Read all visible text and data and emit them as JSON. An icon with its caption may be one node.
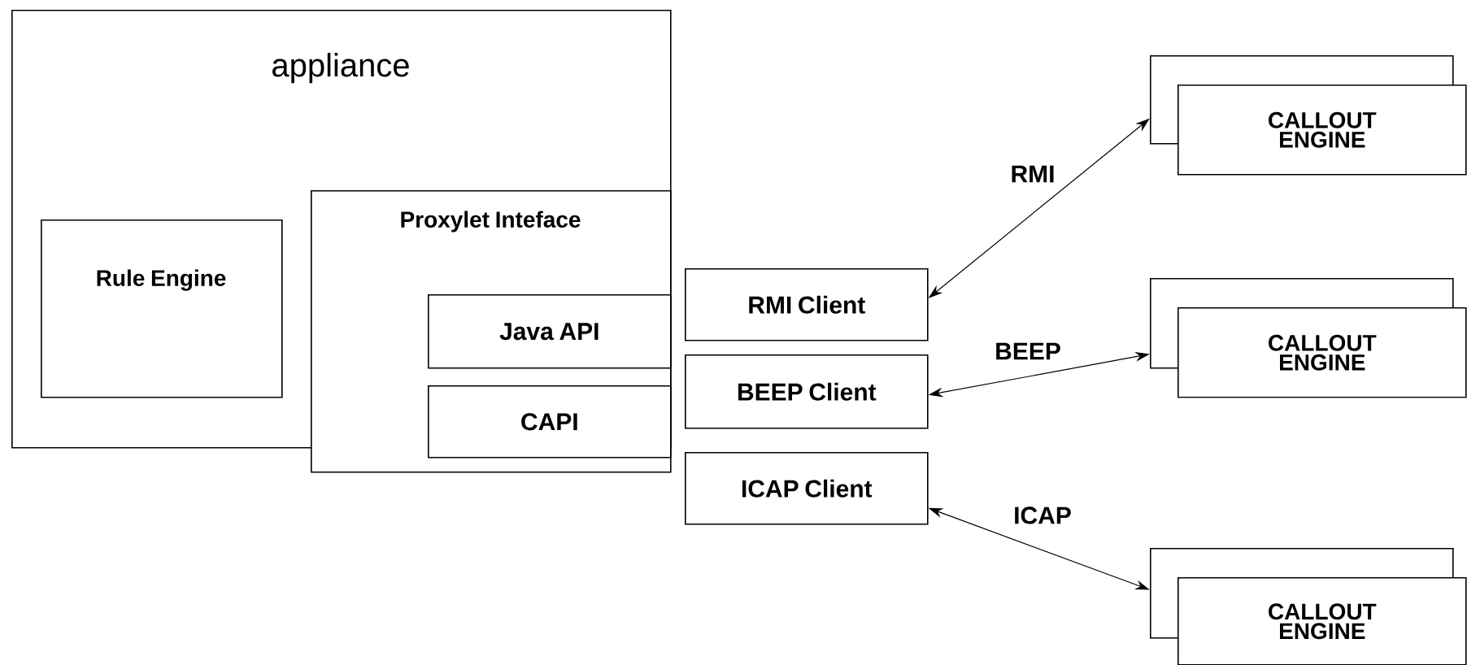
{
  "diagram": {
    "nodes": [
      {
        "text": [
          "appliance"
        ]
      },
      {
        "text": [
          "Rule Engine"
        ],
        "in": 0
      },
      {
        "text": [
          "Proxylet Inteface"
        ]
      },
      {
        "text": [
          "Java API"
        ],
        "in": 2
      },
      {
        "text": [
          "CAPI"
        ],
        "in": 2
      },
      {
        "text": [
          "RMI Client"
        ]
      },
      {
        "text": [
          "BEEP Client"
        ]
      },
      {
        "text": [
          "ICAP Client"
        ]
      },
      {
        "text": [],
        "shape": "box"
      },
      {
        "text": [
          "CALLOUT ENGINE"
        ]
      },
      {
        "text": [],
        "shape": "box"
      },
      {
        "text": [
          "CALLOUT ENGINE"
        ]
      },
      {
        "text": [],
        "shape": "box"
      },
      {
        "text": [
          "CALLOUT ENGINE"
        ]
      }
    ],
    "edges": [
      {
        "from": 5,
        "to": 8,
        "arrow": "both",
        "label": "RMI"
      },
      {
        "from": 6,
        "to": 10,
        "arrow": "both",
        "label": "BEEP"
      },
      {
        "from": 7,
        "to": 12,
        "arrow": "both",
        "label": "ICAP"
      }
    ]
  }
}
